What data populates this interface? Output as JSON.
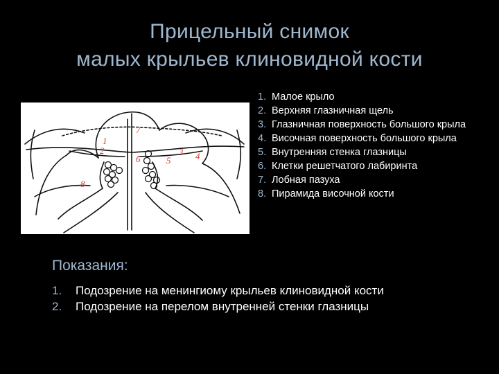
{
  "title": {
    "line1": "Прицельный снимок",
    "line2": "малых крыльев клиновидной кости"
  },
  "figure": {
    "labels": [
      "1",
      "2",
      "3",
      "4",
      "5",
      "6",
      "7",
      "8"
    ],
    "label_color": "#e03b2b"
  },
  "legend": [
    {
      "num": "1.",
      "text": "Малое крыло"
    },
    {
      "num": "2.",
      "text": "Верхняя глазничная щель"
    },
    {
      "num": "3.",
      "text": "Глазничная поверхность большого крыла"
    },
    {
      "num": "4.",
      "text": "Височная поверхность большого крыла"
    },
    {
      "num": "5.",
      "text": "Внутренняя стенка глазницы"
    },
    {
      "num": "6.",
      "text": "Клетки решетчатого лабиринта"
    },
    {
      "num": "7.",
      "text": "Лобная пазуха"
    },
    {
      "num": "8.",
      "text": "Пирамида височной кости"
    }
  ],
  "indications": {
    "heading": "Показания:",
    "items": [
      {
        "num": "1.",
        "text": "Подозрение на менингиому крыльев клиновидной кости"
      },
      {
        "num": "2.",
        "text": "Подозрение на перелом внутренней стенки глазницы"
      }
    ]
  },
  "colors": {
    "title": "#9fb8cf",
    "text": "#ffffff",
    "background": "#000000"
  }
}
